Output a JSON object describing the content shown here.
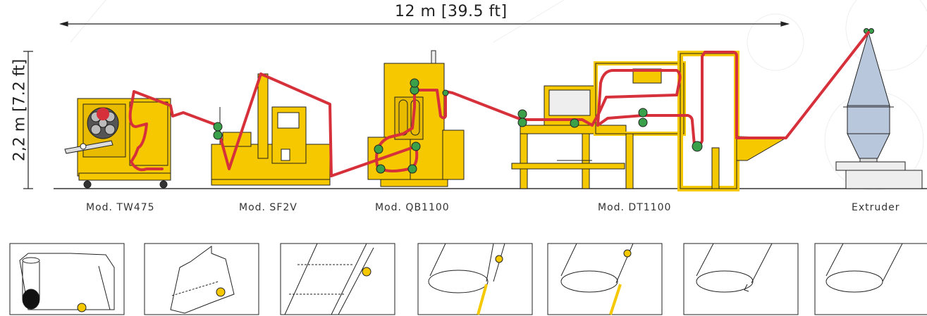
{
  "dimensions": {
    "length": "12 m [39.5 ft]",
    "height": "2,2 m [7.2 ft]"
  },
  "machines": [
    {
      "label": "Mod. TW475"
    },
    {
      "label": "Mod. SF2V"
    },
    {
      "label": "Mod. QB1100"
    },
    {
      "label": "Mod. DT1100"
    },
    {
      "label": "Extruder"
    }
  ],
  "colors": {
    "machine": "#f5c800",
    "web_path": "#d6303a",
    "roller": "#3aa04a",
    "extruder_body": "#b9c7dc",
    "line": "#222222"
  },
  "process_steps": [
    {
      "icon": "film-roll-unwind-icon"
    },
    {
      "icon": "fold-seal-icon"
    },
    {
      "icon": "perforated-tube-icon"
    },
    {
      "icon": "cut-tube-icon"
    },
    {
      "icon": "open-tube-icon"
    },
    {
      "icon": "tube-seam-icon"
    },
    {
      "icon": "flat-tube-icon"
    }
  ]
}
